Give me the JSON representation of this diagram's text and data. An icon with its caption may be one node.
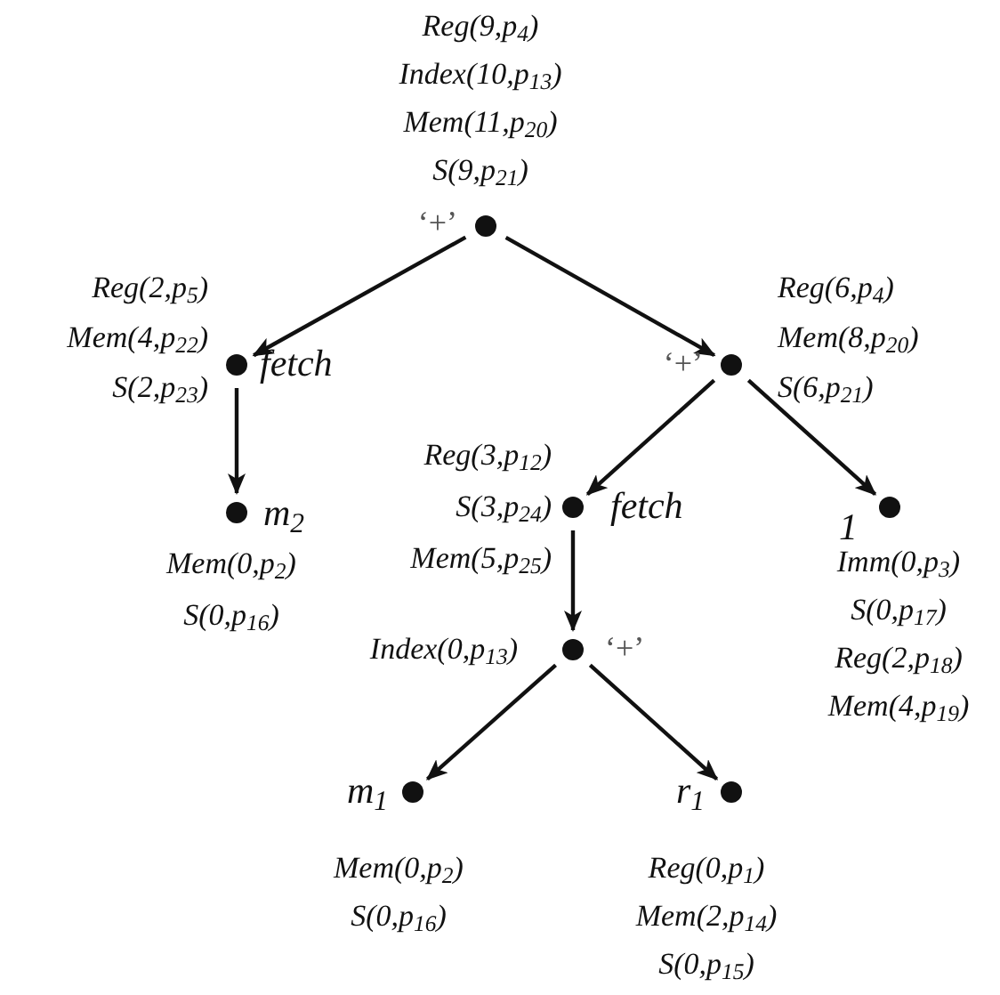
{
  "diagram": {
    "nodes": [
      {
        "text": [
          "‘+’"
        ],
        "beside": [
          "Reg(9,p$_{4}$)",
          "Index(10,p$_{13}$)",
          "Mem(11,p$_{20}$)",
          "S(9,p$_{21}$)"
        ]
      },
      {
        "text": [
          "fetch"
        ],
        "beside": [
          "Reg(2,p$_{5}$)",
          "Mem(4,p$_{22}$)",
          "S(2,p$_{23}$)"
        ]
      },
      {
        "text": [
          "‘+’"
        ],
        "beside": [
          "Reg(6,p$_{4}$)",
          "Mem(8,p$_{20}$)",
          "S(6,p$_{21}$)"
        ]
      },
      {
        "text": [
          "m$_{2}$"
        ],
        "beside": [
          "Mem(0,p$_{2}$)",
          "S(0,p$_{16}$)"
        ]
      },
      {
        "text": [
          "fetch"
        ],
        "beside": [
          "Reg(3,p$_{12}$)",
          "S(3,p$_{24}$)",
          "Mem(5,p$_{25}$)"
        ]
      },
      {
        "text": [
          "1"
        ],
        "beside": [
          "Imm(0,p$_{3}$)",
          "S(0,p$_{17}$)",
          "Reg(2,p$_{18}$)",
          "Mem(4,p$_{19}$)"
        ]
      },
      {
        "text": [
          "‘+’"
        ],
        "beside": [
          "Index(0,p$_{13}$)"
        ]
      },
      {
        "text": [
          "m$_{1}$"
        ],
        "beside": [
          "Mem(0,p$_{2}$)",
          "S(0,p$_{16}$)"
        ]
      },
      {
        "text": [
          "r$_{1}$"
        ],
        "beside": [
          "Reg(0,p$_{1}$)",
          "Mem(2,p$_{14}$)",
          "S(0,p$_{15}$)"
        ]
      }
    ],
    "edges": [
      {
        "from": 0,
        "to": 1,
        "arrow": "to"
      },
      {
        "from": 0,
        "to": 2,
        "arrow": "to"
      },
      {
        "from": 1,
        "to": 3,
        "arrow": "to"
      },
      {
        "from": 2,
        "to": 4,
        "arrow": "to"
      },
      {
        "from": 2,
        "to": 5,
        "arrow": "to"
      },
      {
        "from": 4,
        "to": 6,
        "arrow": "to"
      },
      {
        "from": 6,
        "to": 7,
        "arrow": "to"
      },
      {
        "from": 6,
        "to": 8,
        "arrow": "to"
      }
    ]
  }
}
